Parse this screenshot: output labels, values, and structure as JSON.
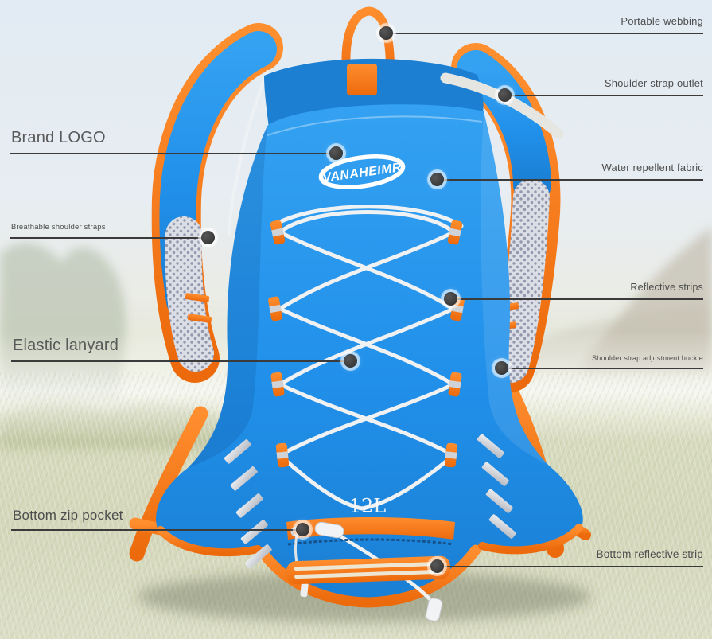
{
  "product": {
    "brand": "VANAHEIMR",
    "capacity_label": "12L"
  },
  "callouts": {
    "left": [
      {
        "label": "Brand LOGO"
      },
      {
        "label": "Breathable shoulder straps"
      },
      {
        "label": "Elastic lanyard"
      },
      {
        "label": "Bottom zip pocket"
      }
    ],
    "right": [
      {
        "label": "Portable webbing"
      },
      {
        "label": "Shoulder strap outlet"
      },
      {
        "label": "Water repellent fabric"
      },
      {
        "label": "Reflective strips"
      },
      {
        "label": "Shoulder strap adjustment buckle"
      },
      {
        "label": "Bottom reflective strip"
      }
    ]
  },
  "colors": {
    "backpack_blue": "#2190ea",
    "backpack_blue_dark": "#1a7fd4",
    "backpack_orange": "#f5791d",
    "mesh_gray": "#dcdee6",
    "cord_white": "#eff1f3",
    "callout_line": "#3b3b3b",
    "callout_text": "#4d4d4d",
    "sky": "#e2ebf3",
    "grass": "#d6d9bc"
  }
}
